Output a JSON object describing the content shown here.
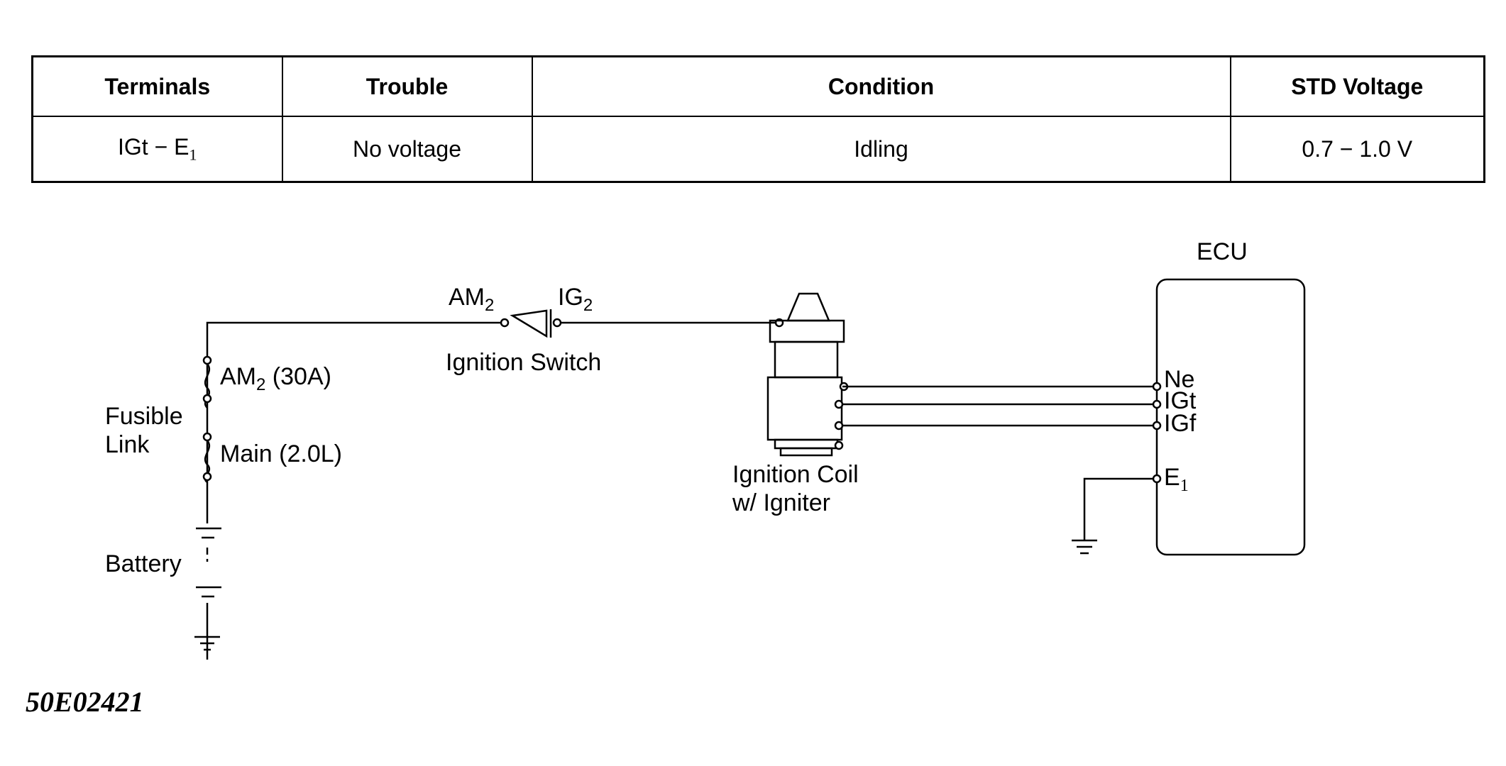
{
  "table": {
    "headers": [
      "Terminals",
      "Trouble",
      "Condition",
      "STD Voltage"
    ],
    "row": {
      "terminals_main": "IGt − E",
      "terminals_sub": "1",
      "trouble": "No voltage",
      "condition": "Idling",
      "std_voltage": "0.7 − 1.0 V"
    }
  },
  "diagram": {
    "ignition_switch": {
      "am2_main": "AM",
      "am2_sub": "2",
      "ig2_main": "IG",
      "ig2_sub": "2",
      "label": "Ignition Switch"
    },
    "fuse_am2": {
      "main": "AM",
      "sub": "2",
      "rating": " (30A)"
    },
    "fuse_main": "Main (2.0L)",
    "fusible_link": [
      "Fusible",
      "Link"
    ],
    "battery": "Battery",
    "coil": [
      "Ignition Coil",
      "w/ Igniter"
    ],
    "ecu": {
      "title": "ECU",
      "ne": "Ne",
      "igt": "IGt",
      "igf": "IGf",
      "e1_main": "E",
      "e1_sub": "1"
    }
  },
  "figure_code": "50E02421"
}
